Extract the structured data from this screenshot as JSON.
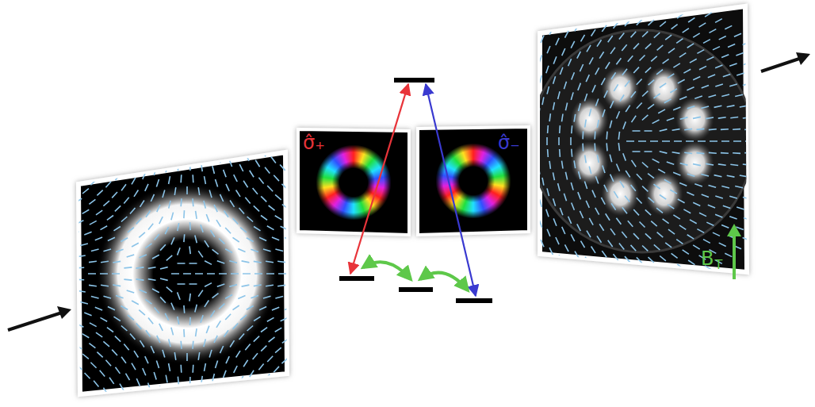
{
  "diagram": {
    "labels": [
      "σ̂₊",
      "σ̂₋",
      "B",
      "T"
    ]
  }
}
